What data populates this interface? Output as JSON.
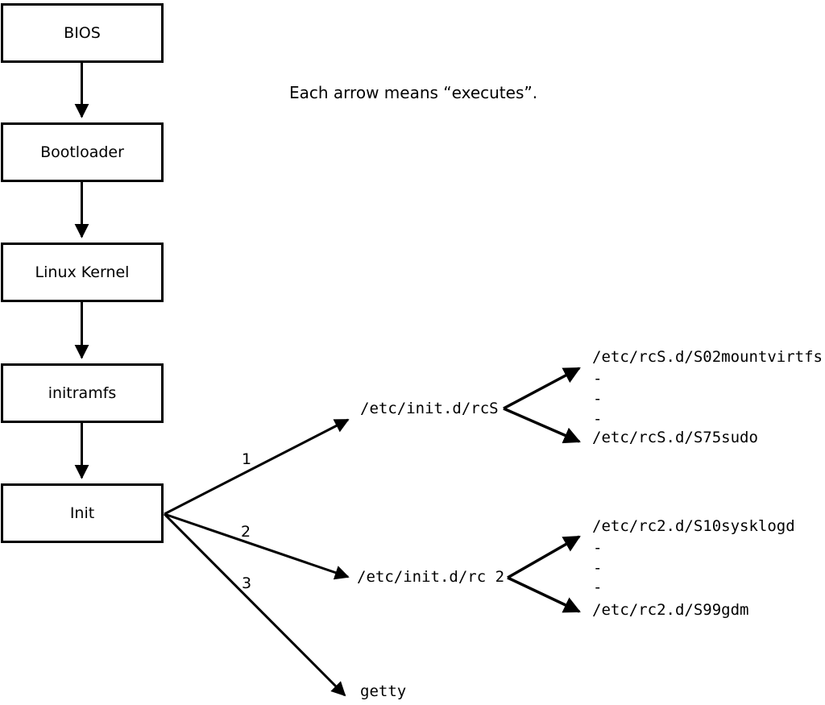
{
  "diagram": {
    "caption": "Each arrow means “executes”.",
    "colors": {
      "ink": "#000000",
      "background": "#ffffff"
    },
    "boot_sequence": [
      "BIOS",
      "Bootloader",
      "Linux Kernel",
      "initramfs",
      "Init"
    ],
    "branches": [
      {
        "order": "1",
        "target": "/etc/init.d/rcS",
        "children": [
          "/etc/rcS.d/S02mountvirtfs",
          "-",
          "-",
          "-",
          "/etc/rcS.d/S75sudo"
        ]
      },
      {
        "order": "2",
        "target": "/etc/init.d/rc 2",
        "children": [
          "/etc/rc2.d/S10sysklogd",
          "-",
          "-",
          "-",
          "/etc/rc2.d/S99gdm"
        ]
      },
      {
        "order": "3",
        "target": "getty",
        "children": []
      }
    ]
  }
}
